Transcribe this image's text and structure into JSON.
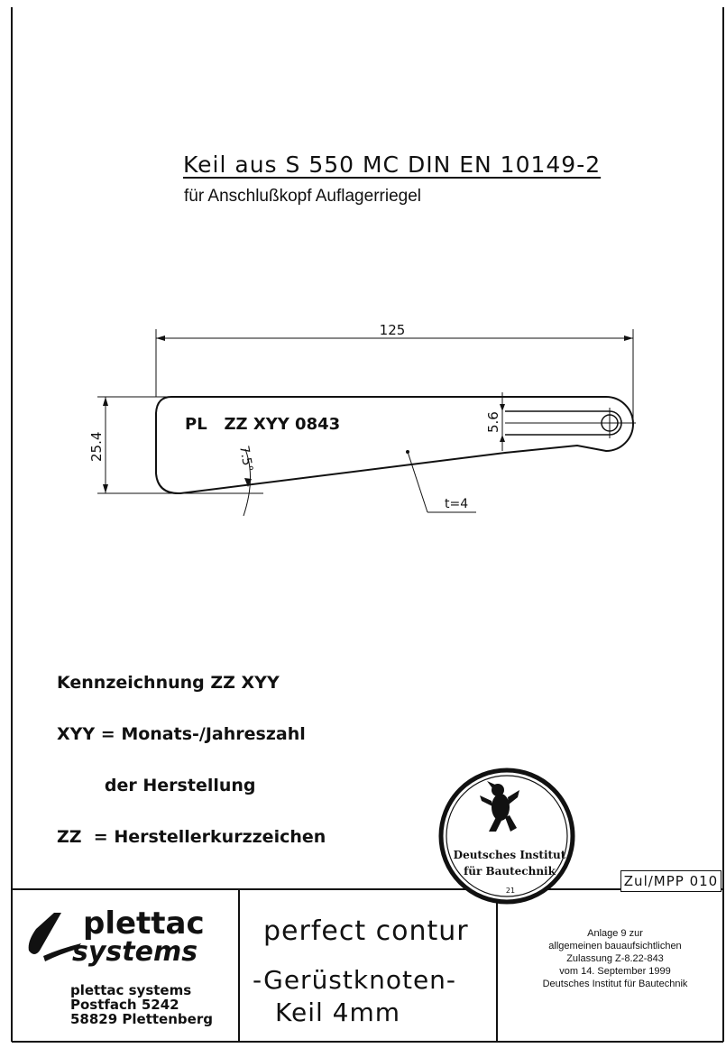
{
  "header": {
    "title": "Keil aus S 550 MC   DIN EN 10149-2",
    "subtitle": "für Anschlußkopf Auflagerriegel"
  },
  "drawing": {
    "dim_length": "125",
    "dim_height": "25.4",
    "dim_slot": "5.6",
    "dim_angle": "7.5°",
    "thickness": "t=4",
    "marking": "PL   ZZ XYY 0843"
  },
  "legend": {
    "line1": "Kennzeichnung ZZ XYY",
    "line2": "XYY = Monats-/Jahreszahl",
    "line3": "        der Herstellung",
    "line4": "ZZ  = Herstellerkurzzeichen"
  },
  "stamp": {
    "line1": "Deutsches Institut",
    "line2": "für Bautechnik",
    "number": "21"
  },
  "title_block": {
    "drawing_no": "Zul/MPP 010",
    "brand_line1": "plettac",
    "brand_line2": "systems",
    "address": "plettac systems\nPostfach 5242\n58829 Plettenberg",
    "product_line1": "perfect contur",
    "product_line2": "-Gerüstknoten-",
    "product_line3": "Keil 4mm",
    "approval": "Anlage 9 zur\nallgemeinen bauaufsichtlichen\nZulassung Z-8.22-843\nvom 14. September 1999\nDeutsches Institut für Bautechnik"
  }
}
